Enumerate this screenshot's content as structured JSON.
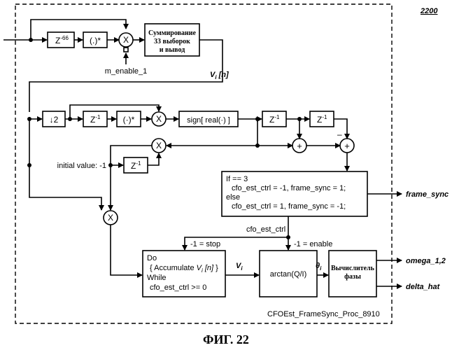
{
  "figure_ref": "2200",
  "caption": "ФИГ. 22",
  "module_label": "CFOEst_FrameSync_Proc_8910",
  "blocks": {
    "delay66": {
      "base": "Z",
      "sup": "-66"
    },
    "conj1": {
      "text": "(.)*"
    },
    "sum_block": {
      "lines": [
        "Суммирование",
        "33 выборок",
        "и вывод"
      ]
    },
    "downsample": {
      "text": "↓2"
    },
    "delay1a": {
      "base": "Z",
      "sup": "-1"
    },
    "conj2": {
      "text": "(·)*"
    },
    "sign_real": {
      "text": "sign[ real(·) ]"
    },
    "delay1b": {
      "base": "Z",
      "sup": "-1"
    },
    "delay1c": {
      "base": "Z",
      "sup": "-1"
    },
    "delay1d": {
      "base": "Z",
      "sup": "-1"
    },
    "decision_block": {
      "lines": [
        "If == 3",
        "cfo_est_ctrl = -1,  frame_sync =  1;",
        "else",
        "cfo_est_ctrl = 1,  frame_sync = -1;"
      ]
    },
    "accumulate_block": {
      "lines": [
        "Do",
        "{ Accumulate ",
        " }",
        "While",
        "cfo_est_ctrl >= 0"
      ],
      "var_base": "V",
      "var_sub": "i",
      "var_arg": " [n]"
    },
    "arctan_block": {
      "text": "arctan(Q/I)"
    },
    "phase_block": {
      "lines": [
        "Вычислитель",
        "фазы"
      ]
    }
  },
  "operators": {
    "multiply": "X",
    "add": "+"
  },
  "signs": {
    "minus": "–"
  },
  "labels": {
    "m_enable": "m_enable_1",
    "vi_n": {
      "base": "V",
      "sub": "i",
      "arg": " [n]"
    },
    "initial_value": "initial value: -1",
    "cfo_est_ctrl": "cfo_est_ctrl",
    "stop": "-1 = stop",
    "enable": "-1 = enable",
    "vi": {
      "base": "V",
      "sub": "i"
    },
    "theta": {
      "base": "θ",
      "sub": "i"
    }
  },
  "outputs": {
    "frame_sync": "frame_sync",
    "omega": "omega_1,2",
    "delta_hat": "delta_hat"
  }
}
